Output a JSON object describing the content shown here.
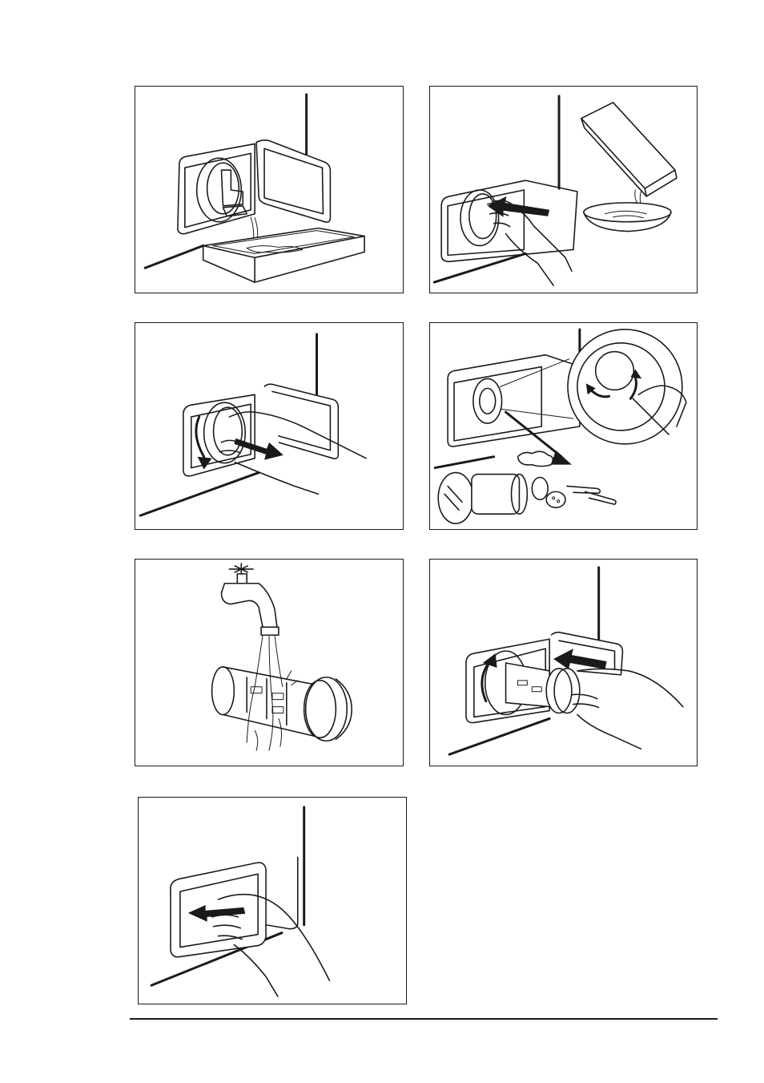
{
  "document": {
    "page_type": "instruction-illustrations",
    "figures": [
      {
        "id": "p1",
        "icon": "drain-water-into-tray-icon"
      },
      {
        "id": "p2",
        "icon": "empty-tray-into-bowl-icon"
      },
      {
        "id": "p3",
        "icon": "unscrew-filter-icon"
      },
      {
        "id": "p4",
        "icon": "remove-debris-from-filter-icon"
      },
      {
        "id": "p5",
        "icon": "rinse-filter-under-tap-icon"
      },
      {
        "id": "p6",
        "icon": "reinsert-filter-icon"
      },
      {
        "id": "p7",
        "icon": "close-flap-icon"
      }
    ]
  },
  "colors": {
    "line": "#1a1a1a",
    "background": "#ffffff"
  }
}
